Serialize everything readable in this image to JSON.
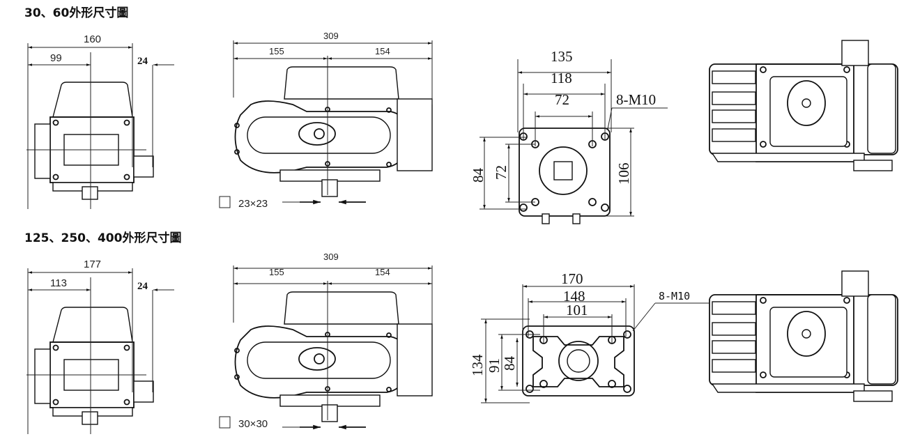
{
  "rows": [
    {
      "title": "30、60外形尺寸圖",
      "side": {
        "width": "160",
        "center": "99",
        "gland": "24"
      },
      "front": {
        "total": "309",
        "left": "155",
        "right": "154",
        "shaft": "23×23"
      },
      "bottom": {
        "outer": "135",
        "mid": "118",
        "inner": "72",
        "holes": "8-M10",
        "h_outer": "84",
        "h_inner": "72",
        "height": "106"
      }
    },
    {
      "title": "125、250、400外形尺寸圖",
      "side": {
        "width": "177",
        "center": "113",
        "gland": "24"
      },
      "front": {
        "total": "309",
        "left": "155",
        "right": "154",
        "shaft": "30×30"
      },
      "bottom": {
        "outer": "170",
        "mid": "148",
        "inner": "101",
        "holes": "8-M10",
        "h_outer": "134",
        "h_inner": "91",
        "height": "84"
      }
    }
  ]
}
